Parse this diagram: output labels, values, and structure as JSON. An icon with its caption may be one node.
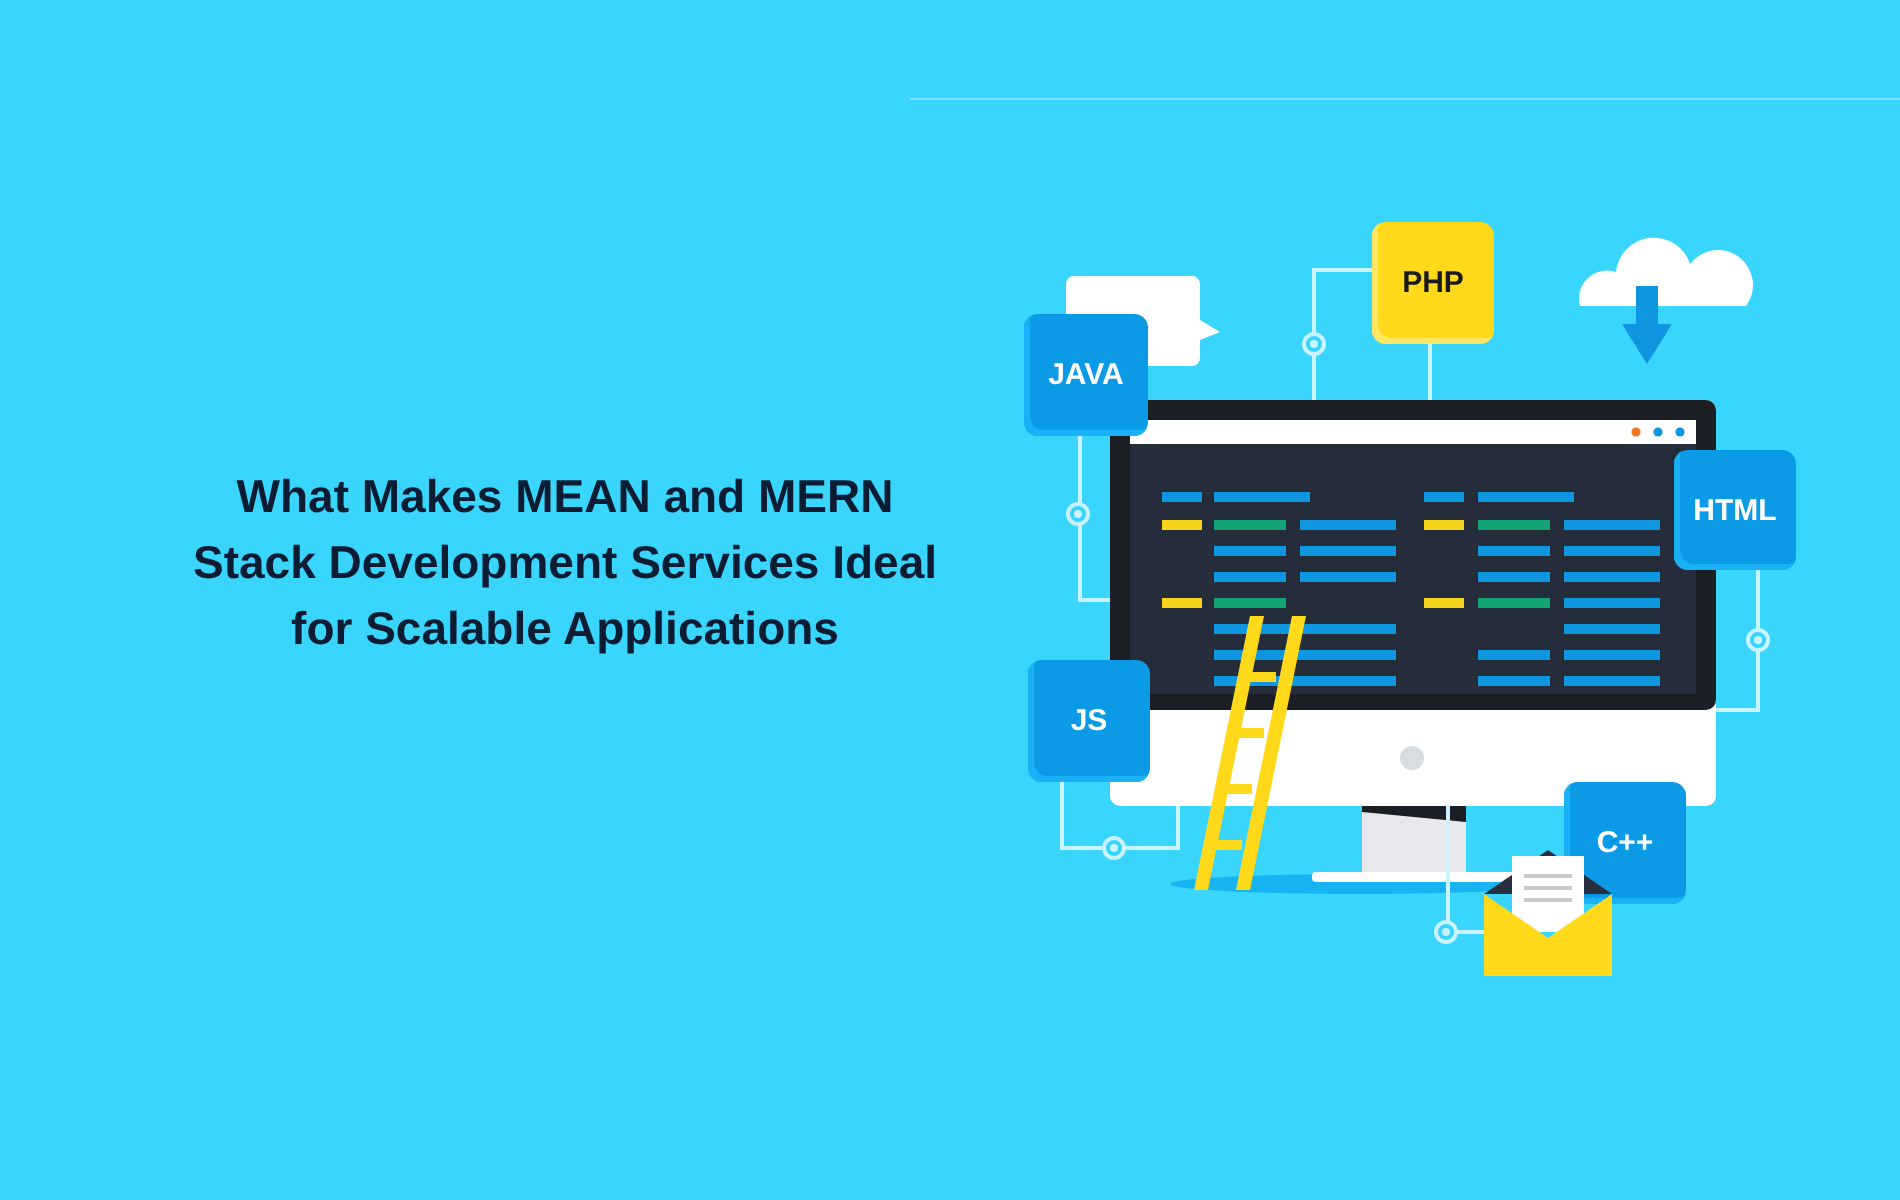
{
  "diagram": {
    "title": "What Makes MEAN and MERN Stack Development Services Ideal for Scalable Applications",
    "nodes": [
      {
        "text": [],
        "shape": "picture"
      },
      {
        "text": [
          "JAVA"
        ]
      },
      {
        "text": [
          "PHP"
        ]
      },
      {
        "text": [
          "HTML"
        ]
      },
      {
        "text": [
          "JS"
        ]
      },
      {
        "text": [
          "C++"
        ]
      },
      {
        "text": [],
        "shape": "picture"
      }
    ],
    "edges": [
      {
        "from": 1,
        "to": 0,
        "arrow": "none"
      },
      {
        "from": 2,
        "to": 0,
        "arrow": "none"
      },
      {
        "from": 2,
        "to": 0,
        "arrow": "none"
      },
      {
        "from": 3,
        "to": 0,
        "arrow": "none"
      },
      {
        "from": 4,
        "to": 0,
        "arrow": "none"
      },
      {
        "from": 6,
        "to": 0,
        "arrow": "none"
      }
    ]
  }
}
